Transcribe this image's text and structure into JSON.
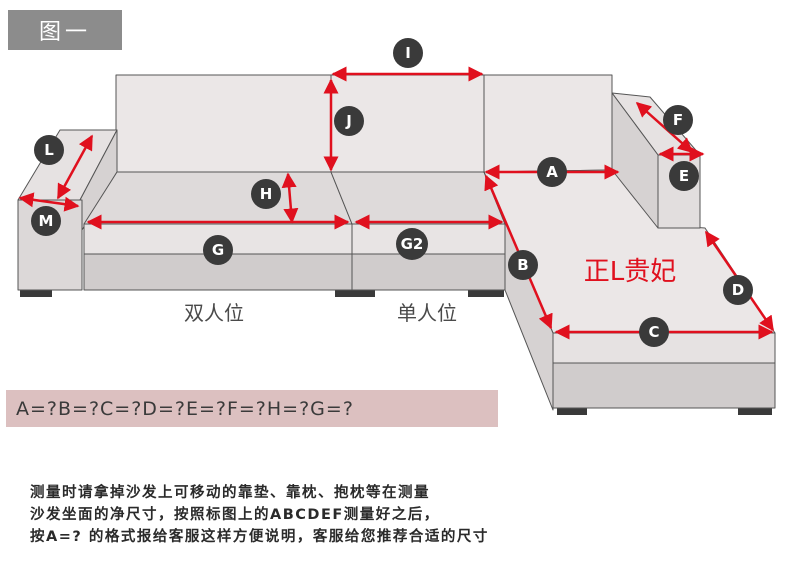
{
  "figure_tag": "图一",
  "labels": {
    "I": "I",
    "J": "J",
    "L": "L",
    "M": "M",
    "H": "H",
    "G": "G",
    "G2": "G2",
    "A": "A",
    "B": "B",
    "C": "C",
    "D": "D",
    "E": "E",
    "F": "F"
  },
  "captions": {
    "double_seat": "双人位",
    "single_seat": "单人位",
    "brand": "正L贵妃"
  },
  "formula": "A=?B=?C=?D=?E=?F=?H=?G=?",
  "notes": [
    "测量时请拿掉沙发上可移动的靠垫、靠枕、抱枕等在测量",
    "沙发坐面的净尺寸，按照标图上的ABCDEF测量好之后，",
    "按A=? 的格式报给客服这样方便说明，客服给您推荐合适的尺寸"
  ],
  "colors": {
    "arrow": "#e0101e",
    "circle": "#3a3a3a",
    "sofa_back": "#ebe7e7",
    "sofa_seat": "#dedada",
    "sofa_front": "#cfcbcb",
    "outline": "#555555",
    "formula_bg": "#dcc0c0"
  }
}
